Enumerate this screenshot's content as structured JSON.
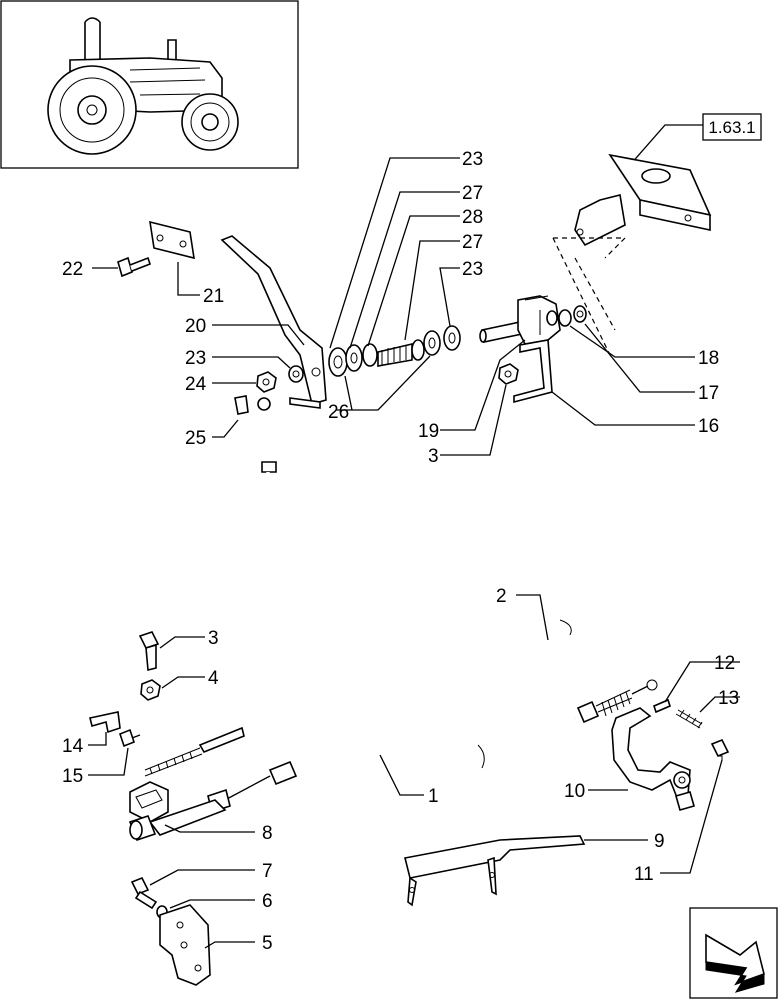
{
  "reference_box": "1.63.1",
  "labels": {
    "l23a": "23",
    "l27a": "27",
    "l28": "28",
    "l27b": "27",
    "l23b": "23",
    "l22": "22",
    "l21": "21",
    "l20": "20",
    "l23c": "23",
    "l24": "24",
    "l25": "25",
    "l26": "26",
    "l19": "19",
    "l3a": "3",
    "l18": "18",
    "l17": "17",
    "l16": "16",
    "l2": "2",
    "l3b": "3",
    "l4": "4",
    "l12": "12",
    "l13": "13",
    "l14": "14",
    "l15": "15",
    "l10": "10",
    "l1": "1",
    "l8": "8",
    "l9": "9",
    "l7": "7",
    "l6": "6",
    "l11": "11",
    "l5": "5"
  },
  "icons": {
    "tractor": "tractor-thumbnail-icon",
    "nav_arrow": "navigation-arrow-icon"
  }
}
